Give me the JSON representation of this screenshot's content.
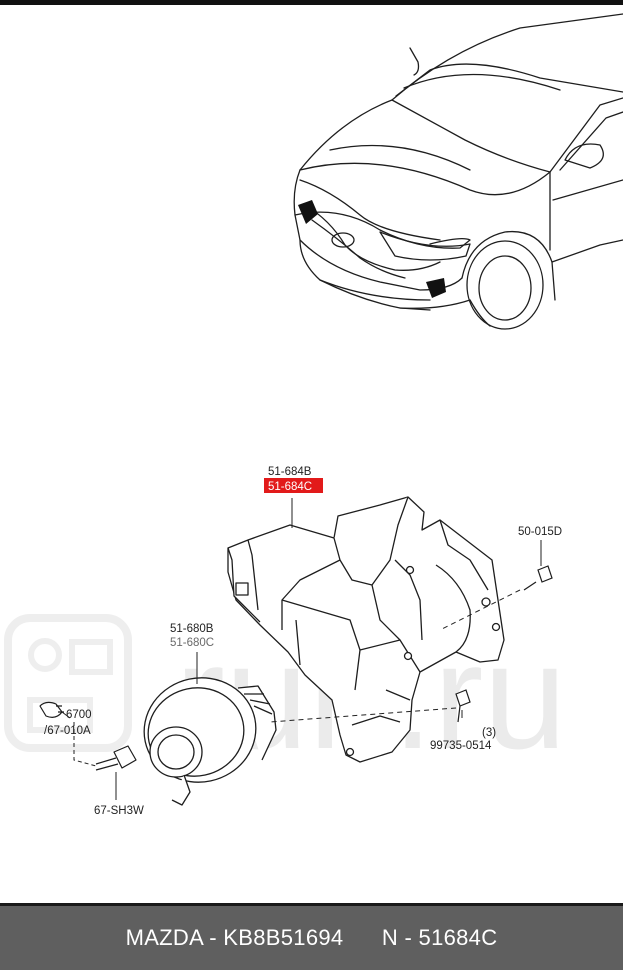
{
  "watermark": {
    "text": "ruh.ru"
  },
  "callouts": {
    "bracket_primary": "51-684B",
    "bracket_highlight": "51-684C",
    "bolt_right": "50-015D",
    "foglamp_primary": "51-680B",
    "foglamp_secondary": "51-680C",
    "bulb": "6700",
    "bulb_alt": "/67-010A",
    "connector": "67-SH3W",
    "bolt_qty": "(3)",
    "bolt_bottom": "99735-0514"
  },
  "caption": {
    "text": "MAZDA - KB8B51694      N - 51684C"
  },
  "colors": {
    "highlight": "#e21a1a",
    "bar": "#5f5f5f",
    "line": "#222222"
  }
}
